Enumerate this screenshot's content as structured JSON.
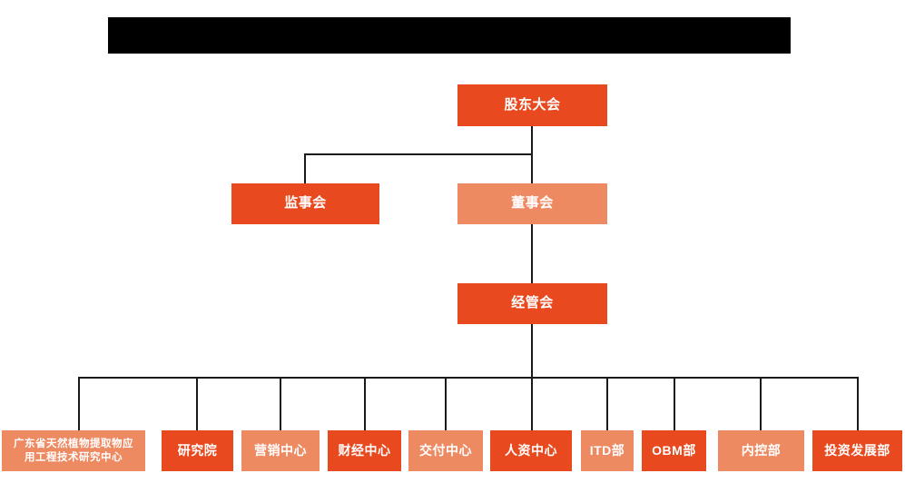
{
  "document": {
    "type": "organization-chart",
    "title_banner": {
      "label": "",
      "state": "redacted-black-bar"
    }
  },
  "palette": {
    "dark_orange": "#E8491E",
    "light_orange": "#EE8A62",
    "line": "#1a1a1a",
    "background": "#FFFFFF",
    "text": "#FFFFFF",
    "banner": "#000000"
  },
  "levels": {
    "level1": [
      {
        "id": "shareholders-meeting",
        "label": "股东大会",
        "tone": "dark"
      }
    ],
    "level2": [
      {
        "id": "supervisory-board",
        "label": "监事会",
        "tone": "dark"
      },
      {
        "id": "board-of-directors",
        "label": "董事会",
        "tone": "light"
      }
    ],
    "level3": [
      {
        "id": "management-committee",
        "label": "经管会",
        "tone": "dark"
      }
    ],
    "level4": [
      {
        "id": "gd-research-center",
        "label": "广东省天然植物提取物应\n用工程技术研究中心",
        "tone": "light"
      },
      {
        "id": "research-institute",
        "label": "研究院",
        "tone": "dark"
      },
      {
        "id": "marketing-center",
        "label": "营销中心",
        "tone": "light"
      },
      {
        "id": "finance-center",
        "label": "财经中心",
        "tone": "dark"
      },
      {
        "id": "delivery-center",
        "label": "交付中心",
        "tone": "light"
      },
      {
        "id": "hr-center",
        "label": "人资中心",
        "tone": "dark"
      },
      {
        "id": "itd-department",
        "label": "ITD部",
        "tone": "light"
      },
      {
        "id": "obm-department",
        "label": "OBM部",
        "tone": "dark"
      },
      {
        "id": "internal-control-department",
        "label": "内控部",
        "tone": "light"
      },
      {
        "id": "investment-development-department",
        "label": "投资发展部",
        "tone": "dark"
      }
    ]
  }
}
